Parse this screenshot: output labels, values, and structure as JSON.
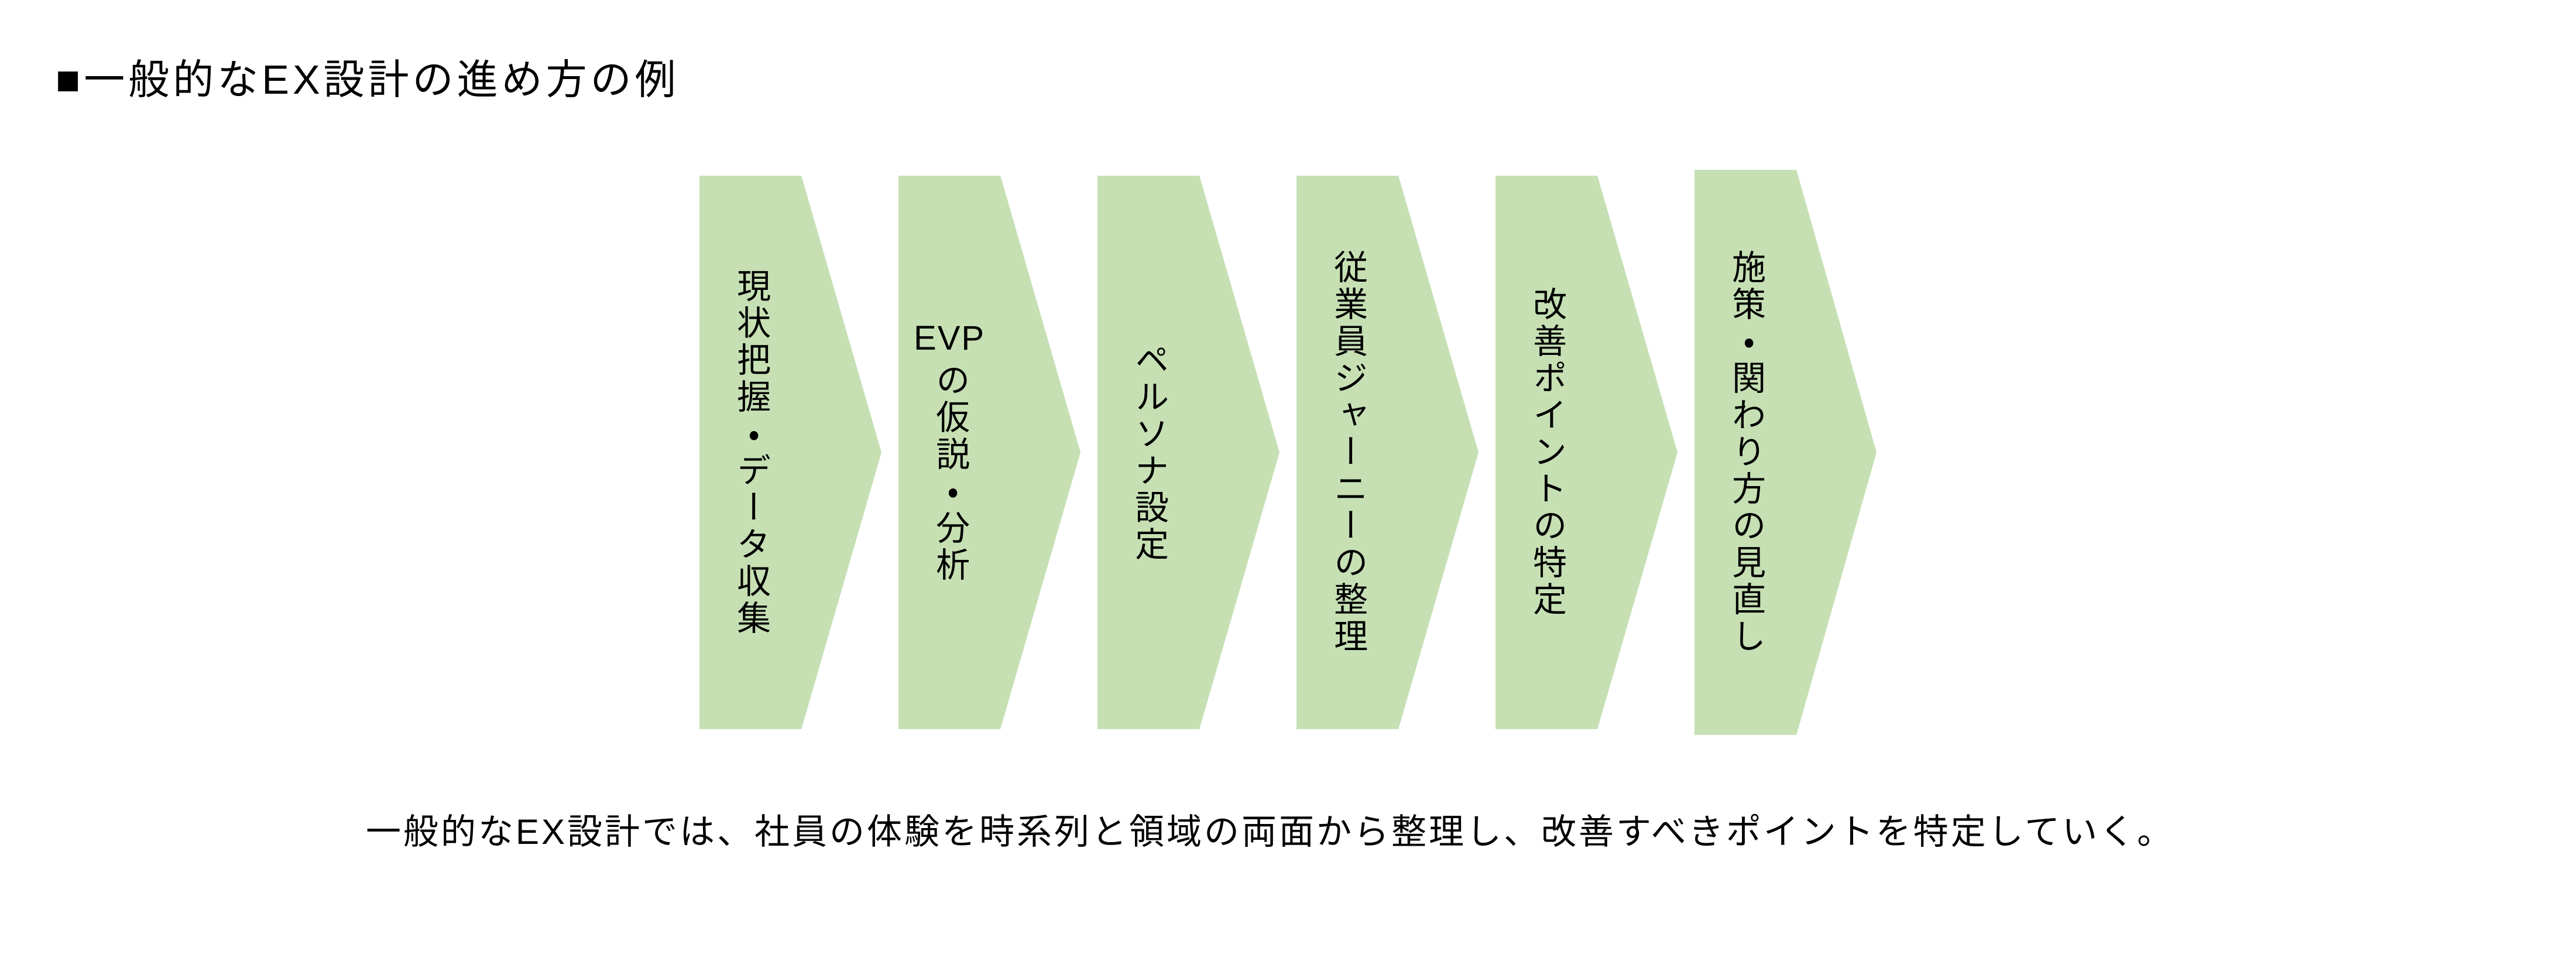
{
  "title": "■一般的なEX設計の進め方の例",
  "diagram": {
    "shape_fill": "#c6e0b4",
    "text_color": "#000000",
    "steps": [
      {
        "label": "現状把握・データ収集"
      },
      {
        "latin": "EVP",
        "label": "の仮説・分析"
      },
      {
        "label": "ペルソナ設定"
      },
      {
        "label": "従業員ジャーニーの整理"
      },
      {
        "label": "改善ポイントの特定"
      },
      {
        "label": "施策・関わり方の見直し"
      }
    ]
  },
  "caption": "一般的なEX設計では、社員の体験を時系列と領域の両面から整理し、改善すべきポイントを特定していく。"
}
